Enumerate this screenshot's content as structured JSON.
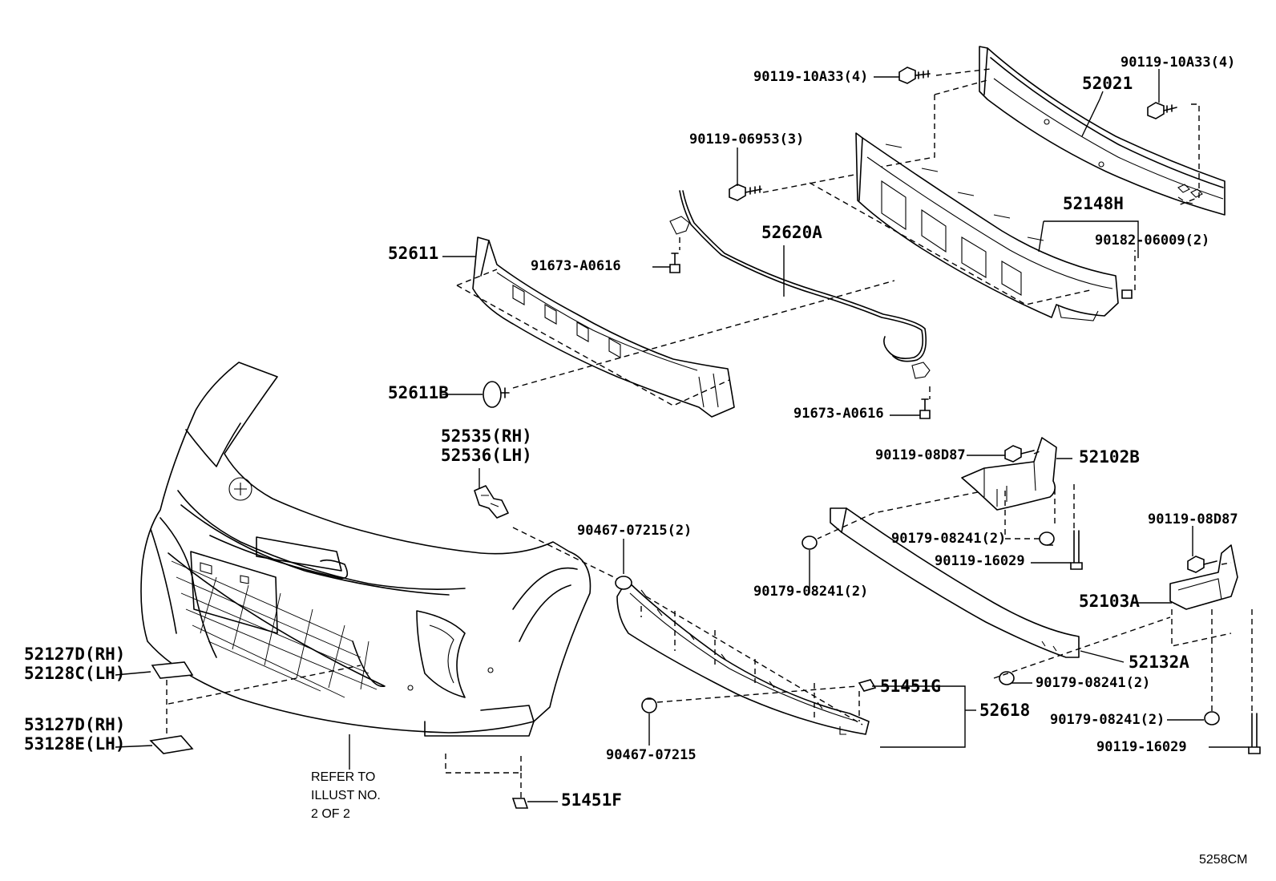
{
  "diagram": {
    "callouts": [
      {
        "id": "c1",
        "text": "90119-10A33(4)"
      },
      {
        "id": "c2",
        "text": "90119-10A33(4)"
      },
      {
        "id": "c3",
        "text": "52021"
      },
      {
        "id": "c4",
        "text": "90119-06953(3)"
      },
      {
        "id": "c5",
        "text": "52148H"
      },
      {
        "id": "c6",
        "text": "90182-06009(2)"
      },
      {
        "id": "c7",
        "text": "52620A"
      },
      {
        "id": "c8",
        "text": "52611"
      },
      {
        "id": "c9",
        "text": "91673-A0616"
      },
      {
        "id": "c10",
        "text": "91673-A0616"
      },
      {
        "id": "c11",
        "text": "52611B"
      },
      {
        "id": "c12",
        "text": "52535(RH)"
      },
      {
        "id": "c13",
        "text": "52536(LH)"
      },
      {
        "id": "c14",
        "text": "90119-08D87"
      },
      {
        "id": "c15",
        "text": "52102B"
      },
      {
        "id": "c16",
        "text": "90467-07215(2)"
      },
      {
        "id": "c17",
        "text": "90179-08241(2)"
      },
      {
        "id": "c18",
        "text": "90119-16029"
      },
      {
        "id": "c19",
        "text": "90179-08241(2)"
      },
      {
        "id": "c20",
        "text": "90119-08D87"
      },
      {
        "id": "c21",
        "text": "52103A"
      },
      {
        "id": "c22",
        "text": "52132A"
      },
      {
        "id": "c23",
        "text": "90179-08241(2)"
      },
      {
        "id": "c24",
        "text": "52127D(RH)"
      },
      {
        "id": "c25",
        "text": "52128C(LH)"
      },
      {
        "id": "c26",
        "text": "51451G"
      },
      {
        "id": "c27",
        "text": "52618"
      },
      {
        "id": "c28",
        "text": "53127D(RH)"
      },
      {
        "id": "c29",
        "text": "53128E(LH)"
      },
      {
        "id": "c30",
        "text": "90179-08241(2)"
      },
      {
        "id": "c31",
        "text": "90467-07215"
      },
      {
        "id": "c32",
        "text": "90119-16029"
      },
      {
        "id": "c33",
        "text": "51451F"
      }
    ],
    "reference_note": [
      "REFER TO",
      "ILLUST NO.",
      "2 OF 2"
    ],
    "illustration_code": "5258CM"
  }
}
